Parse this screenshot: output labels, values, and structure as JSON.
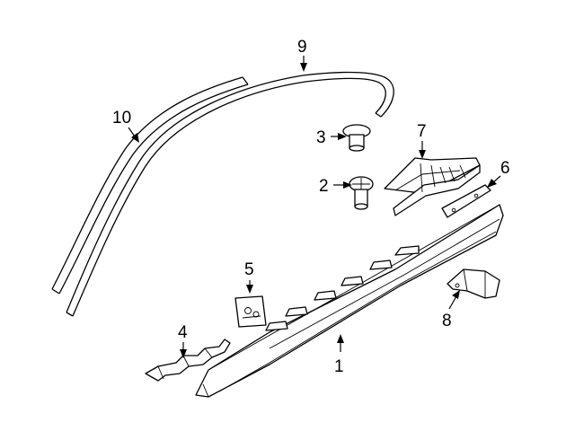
{
  "parts": [
    {
      "id": "rocker-molding",
      "callout": "1"
    },
    {
      "id": "push-clip",
      "callout": "2"
    },
    {
      "id": "retainer-clip",
      "callout": "3"
    },
    {
      "id": "support-bracket",
      "callout": "4"
    },
    {
      "id": "nut-clip",
      "callout": "5"
    },
    {
      "id": "end-bracket",
      "callout": "6"
    },
    {
      "id": "end-cap",
      "callout": "7"
    },
    {
      "id": "mount-bracket",
      "callout": "8"
    },
    {
      "id": "arch-molding",
      "callout": "9"
    },
    {
      "id": "roof-molding",
      "callout": "10"
    }
  ]
}
